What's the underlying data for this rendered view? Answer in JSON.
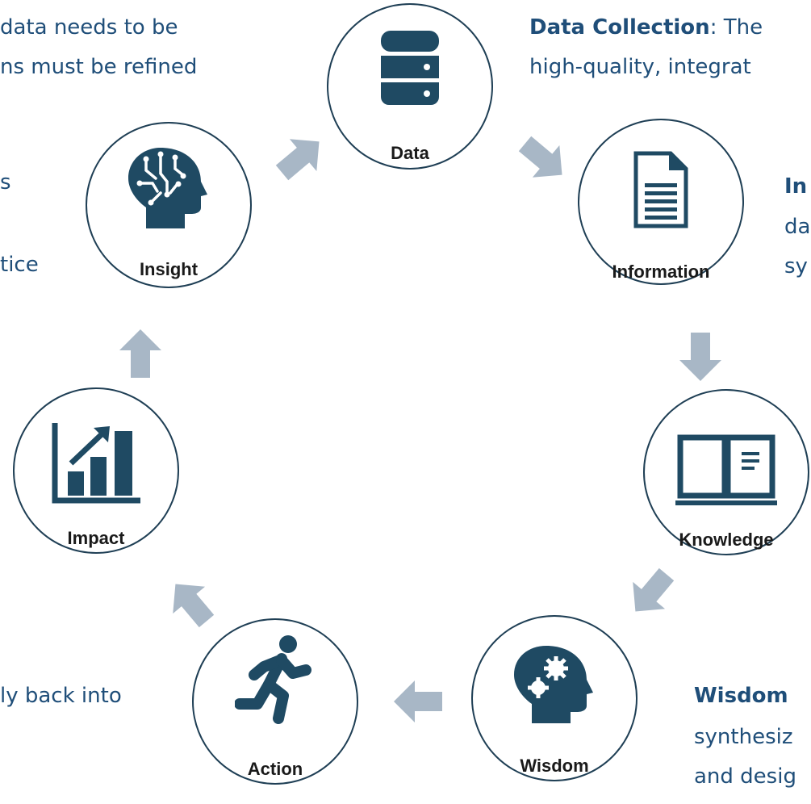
{
  "colors": {
    "navy": "#1f4e79",
    "icon": "#1f4a63",
    "ring": "#1f3f55",
    "arrow": "#a8b7c6"
  },
  "nodes": [
    {
      "label": "Data",
      "icon": "database-icon"
    },
    {
      "label": "Information",
      "icon": "document-icon"
    },
    {
      "label": "Knowledge",
      "icon": "open-book-icon"
    },
    {
      "label": "Wisdom",
      "icon": "head-gears-icon"
    },
    {
      "label": "Action",
      "icon": "running-person-icon"
    },
    {
      "label": "Impact",
      "icon": "bar-chart-growth-icon"
    },
    {
      "label": "Insight",
      "icon": "head-circuit-icon"
    }
  ],
  "snippets": {
    "top_left_1": "data needs to be",
    "top_left_2": "ns must be refined",
    "left_1": "s",
    "left_2": "tice",
    "data_collection_bold": "Data Collection",
    "data_collection_rest": ": The",
    "data_collection_2": "high-quality, integrat",
    "info_bold": "In",
    "info_2": "da",
    "info_3": "sy",
    "action_text": "ly back into",
    "wisdom_bold": "Wisdom",
    "wisdom_2": "synthesiz",
    "wisdom_3": "and desig"
  }
}
